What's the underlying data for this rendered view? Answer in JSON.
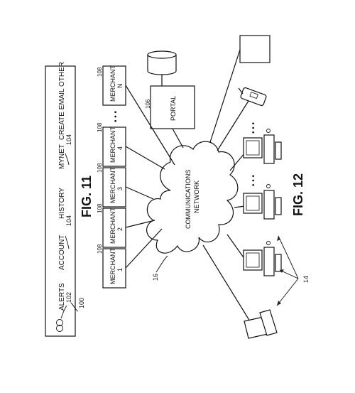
{
  "fig11": {
    "title": "FIG. 11",
    "menu": [
      "ALERTS",
      "ACCOUNT",
      "HISTORY",
      "MYNET",
      "CREATE EMAIL",
      "OTHER"
    ],
    "refs": {
      "outer": "100",
      "logo": "102",
      "account": "104",
      "mynet": "104"
    }
  },
  "fig12": {
    "title": "FIG. 12",
    "network_label_line1": "COMMUNICATIONS",
    "network_label_line2": "NETWORK",
    "network_ref": "16",
    "merchant_word": "MERCHANT",
    "merchant_ids": [
      "1",
      "2",
      "3",
      "4",
      "N"
    ],
    "merchant_ref": "108",
    "ellipsis": "• • •",
    "portal_label": "PORTAL",
    "portal_ref": "106",
    "client_ref": "14",
    "client_ellipsis": "• • •"
  }
}
